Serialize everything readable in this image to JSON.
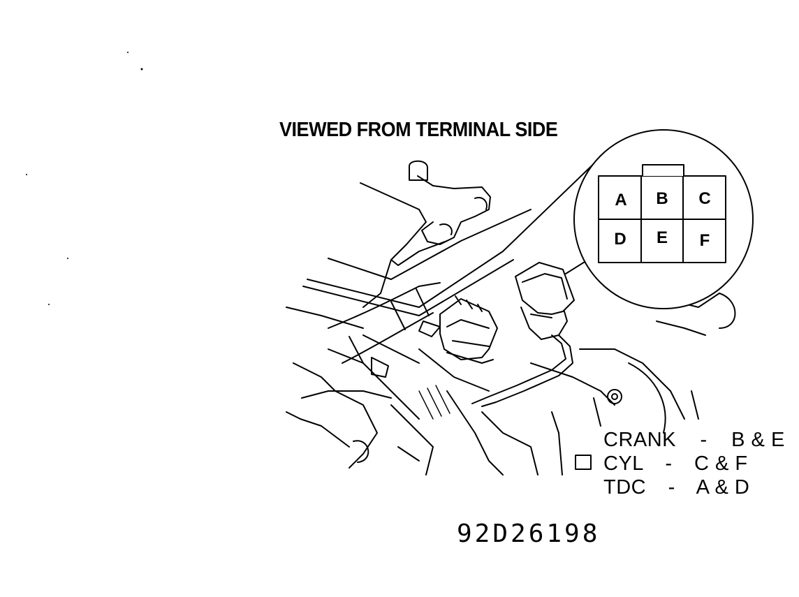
{
  "heading": "VIEWED FROM TERMINAL SIDE",
  "connector_pins": [
    "A",
    "B",
    "C",
    "D",
    "E",
    "F"
  ],
  "legend": [
    {
      "signal": "CRANK",
      "pins": "B & E"
    },
    {
      "signal": "CYL",
      "pins": "C & F"
    },
    {
      "signal": "TDC",
      "pins": "A & D"
    }
  ],
  "figure_code": "92D26198"
}
